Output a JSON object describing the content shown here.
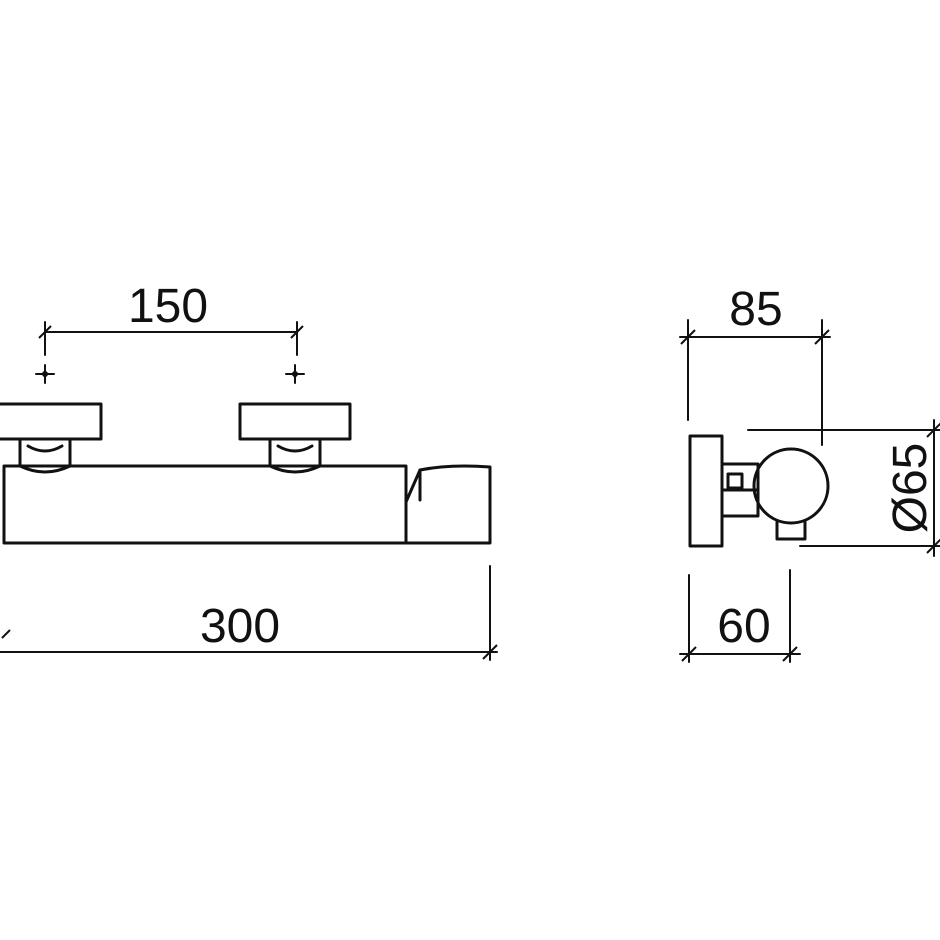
{
  "dimensions": {
    "pipe_spacing": "150",
    "total_length": "300",
    "depth": "85",
    "wall_depth": "60",
    "diameter": "Ø65"
  },
  "colors": {
    "line": "#111111",
    "background": "#ffffff"
  }
}
